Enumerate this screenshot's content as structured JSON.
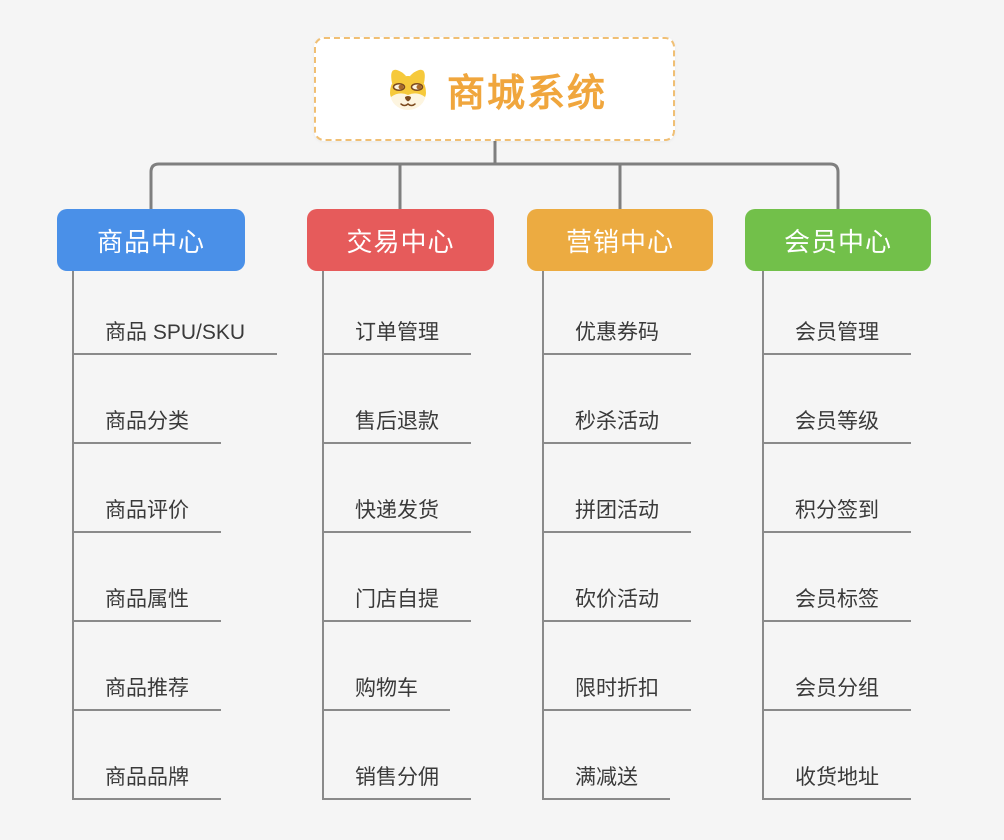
{
  "canvas": {
    "background": "#f5f5f5",
    "connector_color": "#7f7f7f",
    "leaf_line_color": "#8a8a8a"
  },
  "root": {
    "label": "商城系统",
    "icon": "dog-face-icon",
    "text_color": "#f0a63d",
    "border_color": "#f0bf74"
  },
  "branches": [
    {
      "label": "商品中心",
      "color": "#4a90e8",
      "children": [
        "商品 SPU/SKU",
        "商品分类",
        "商品评价",
        "商品属性",
        "商品推荐",
        "商品品牌"
      ]
    },
    {
      "label": "交易中心",
      "color": "#e65b5b",
      "children": [
        "订单管理",
        "售后退款",
        "快递发货",
        "门店自提",
        "购物车",
        "销售分佣"
      ]
    },
    {
      "label": "营销中心",
      "color": "#ecab41",
      "children": [
        "优惠券码",
        "秒杀活动",
        "拼团活动",
        "砍价活动",
        "限时折扣",
        "满减送"
      ]
    },
    {
      "label": "会员中心",
      "color": "#72c04a",
      "children": [
        "会员管理",
        "会员等级",
        "积分签到",
        "会员标签",
        "会员分组",
        "收货地址"
      ]
    }
  ]
}
